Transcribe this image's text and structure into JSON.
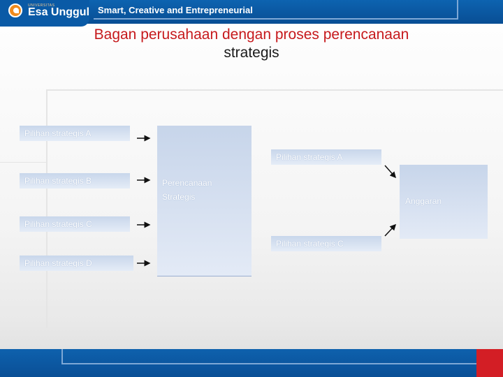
{
  "header": {
    "logo_small": "UNIVERSITAS",
    "logo_text": "Esa Unggul",
    "tagline": "Smart, Creative and Entrepreneurial"
  },
  "title": {
    "line1": "Bagan perusahaan dengan proses perencanaan",
    "line2": "strategis"
  },
  "diagram": {
    "left_options": [
      "Pilihan strategis A",
      "Pilihan strategis B",
      "Pilihan strategis C",
      "Pilihan strategis D"
    ],
    "center_label_line1": "Perencanaan",
    "center_label_line2": "Strategis",
    "middle_options": [
      "Pilihan strategis A",
      "Pilihan strategis C"
    ],
    "right_label": "Anggaran"
  },
  "colors": {
    "brand_blue": "#0a5aa6",
    "accent_orange": "#f08a1c",
    "title_red": "#c6191c",
    "box_blue": "#c8d6eb"
  }
}
